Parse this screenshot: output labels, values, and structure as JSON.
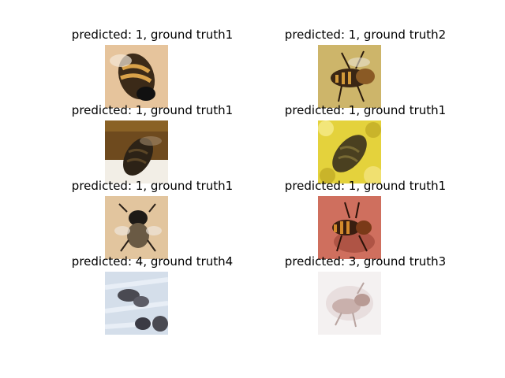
{
  "panels": [
    {
      "caption": "predicted: 1, ground truth1",
      "image": "bee-closeup-on-tan-background"
    },
    {
      "caption": "predicted: 1, ground truth2",
      "image": "bee-on-yellow-background"
    },
    {
      "caption": "predicted: 1, ground truth1",
      "image": "bee-on-brown-wood"
    },
    {
      "caption": "predicted: 1, ground truth1",
      "image": "bee-on-yellow-honeycomb"
    },
    {
      "caption": "predicted: 1, ground truth1",
      "image": "bee-facing-camera-tan-background"
    },
    {
      "caption": "predicted: 1, ground truth1",
      "image": "bee-on-red-background"
    },
    {
      "caption": "predicted: 4, ground truth4",
      "image": "bees-on-pale-blue-background"
    },
    {
      "caption": "predicted: 3, ground truth3",
      "image": "faded-bee-on-white-background"
    }
  ]
}
